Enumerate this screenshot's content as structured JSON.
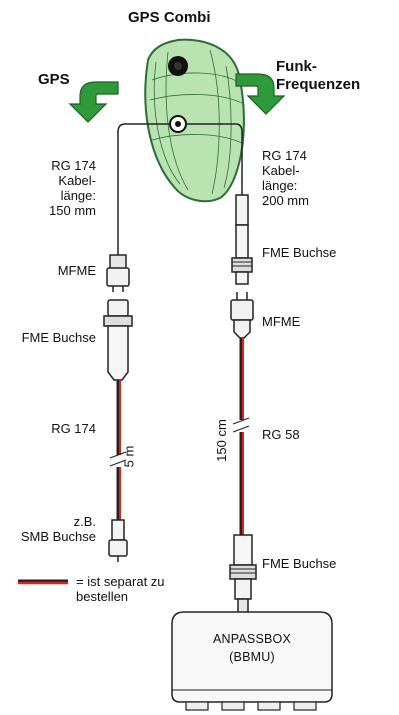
{
  "title": "GPS Combi",
  "gps_label": "GPS",
  "funk_label": "Funk-\nFrequenzen",
  "left": {
    "cable_label": "RG 174\nKabel-\nlänge:\n150 mm",
    "connector_top": "MFME",
    "connector_fme": "FME Buchse",
    "cable_type": "RG 174",
    "length": "5 m",
    "end_connector": "z.B.\nSMB Buchse"
  },
  "right": {
    "cable_label": "RG 174\nKabel-\nlänge:\n200 mm",
    "connector_fme_top": "FME Buchse",
    "connector_mfme": "MFME",
    "length": "150 cm",
    "cable_type": "RG 58",
    "connector_fme_bottom": "FME Buchse"
  },
  "legend": {
    "text": "= ist separat zu\nbestellen"
  },
  "box": {
    "title": "ANPASSBOX",
    "subtitle": "(BBMU)"
  },
  "colors": {
    "antenna_fill": "#b9e3b1",
    "antenna_stroke": "#2f6b3a",
    "arrow_green": "#2f9a3a",
    "separate_cable": "#e0201c",
    "cable": "#222222"
  }
}
